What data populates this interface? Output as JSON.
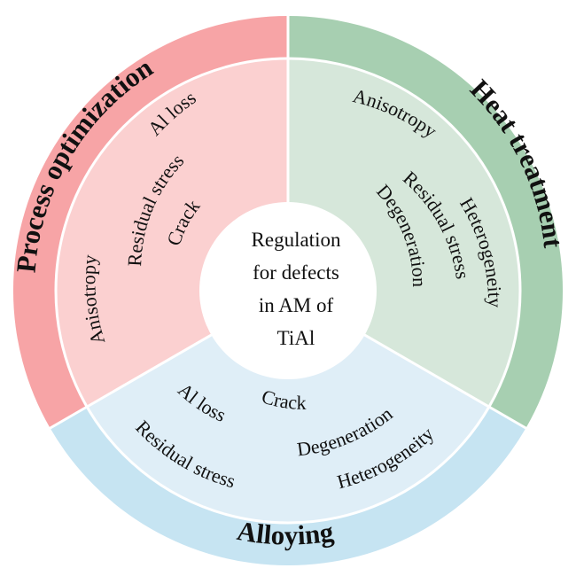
{
  "center": {
    "lines": [
      "Regulation",
      "for defects",
      "in AM of",
      "TiAl"
    ]
  },
  "sectors": {
    "process": {
      "title": "Process optimization",
      "color_outer": "#f7a4a6",
      "color_inner": "#fbd0d0",
      "items": {
        "al_loss": "Al loss",
        "residual_stress": "Residual stress",
        "crack": "Crack",
        "anisotropy": "Anisotropy"
      }
    },
    "heat": {
      "title": "Heat treatment",
      "color_outer": "#a7cfb1",
      "color_inner": "#d6e7da",
      "items": {
        "anisotropy": "Anisotropy",
        "heterogeneity": "Heterogeneity",
        "residual_stress": "Residual stress",
        "degeneration": "Degeneration"
      }
    },
    "alloying": {
      "title": "Alloying",
      "color_outer": "#c6e4f2",
      "color_inner": "#dfeef7",
      "items": {
        "al_loss": "Al loss",
        "crack": "Crack",
        "degeneration": "Degeneration",
        "residual_stress": "Residual stress",
        "heterogeneity": "Heterogeneity"
      }
    }
  }
}
